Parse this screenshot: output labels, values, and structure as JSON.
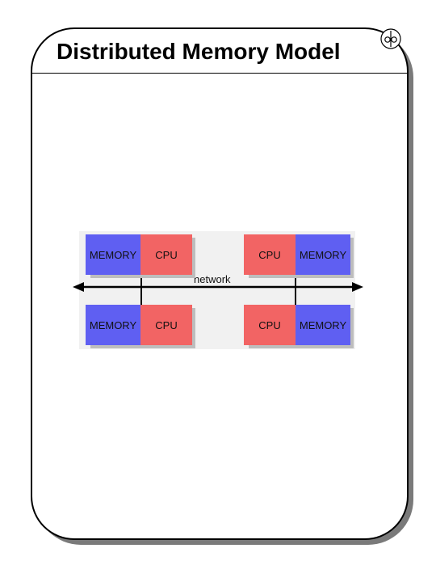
{
  "slide": {
    "title": "Distributed Memory Model"
  },
  "diagram": {
    "network_label": "network",
    "nodes": [
      {
        "memory_label": "MEMORY",
        "cpu_label": "CPU"
      },
      {
        "memory_label": "MEMORY",
        "cpu_label": "CPU"
      },
      {
        "memory_label": "MEMORY",
        "cpu_label": "CPU"
      },
      {
        "memory_label": "MEMORY",
        "cpu_label": "CPU"
      }
    ]
  },
  "colors": {
    "memory": "#5f5ff2",
    "cpu": "#f26464",
    "network": "#000000"
  },
  "icons": {
    "logo": "circle-logo-icon"
  }
}
